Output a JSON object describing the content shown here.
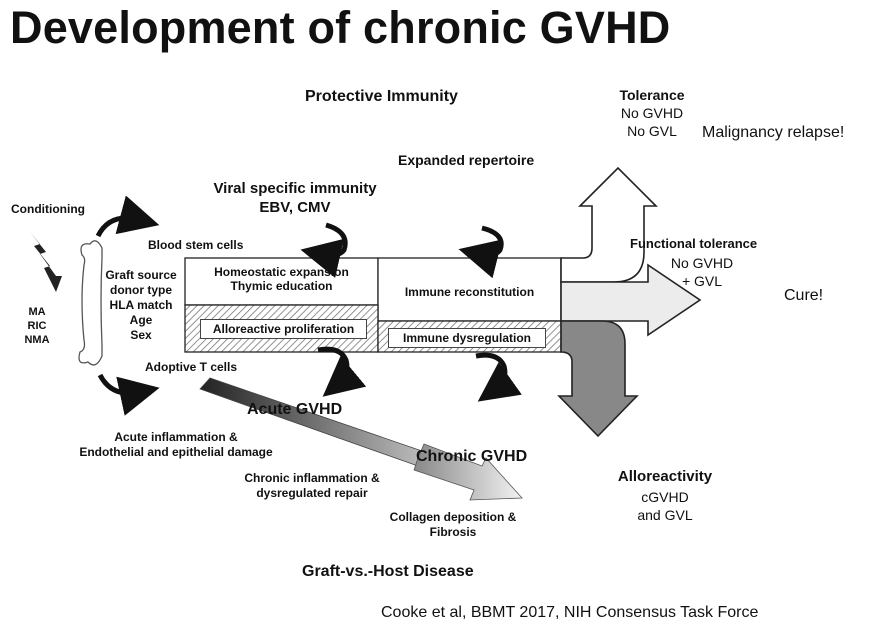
{
  "title": "Development of chronic GVHD",
  "top": {
    "protective_immunity": "Protective Immunity",
    "expanded_repertoire": "Expanded repertoire",
    "viral_line1": "Viral specific immunity",
    "viral_line2": "EBV, CMV"
  },
  "left": {
    "conditioning": "Conditioning",
    "ma": "MA",
    "ric": "RIC",
    "nma": "NMA",
    "blood_stem_cells": "Blood stem cells",
    "graft_lines": [
      "Graft source",
      "donor type",
      "HLA match",
      "Age",
      "Sex"
    ],
    "adoptive_t_cells": "Adoptive T cells"
  },
  "boxes": {
    "homeostatic_line1": "Homeostatic expansion",
    "homeostatic_line2": "Thymic education",
    "immune_reconstitution": "Immune reconstitution",
    "alloreactive_proliferation": "Alloreactive proliferation",
    "immune_dysregulation": "Immune dysregulation"
  },
  "outcomes": {
    "tolerance": "Tolerance",
    "no_gvhd": "No GVHD",
    "no_gvl": "No GVL",
    "malignancy_relapse": "Malignancy relapse!",
    "functional_tolerance": "Functional tolerance",
    "ft_no_gvhd": "No GVHD",
    "ft_gvl": "+ GVL",
    "cure": "Cure!",
    "alloreactivity": "Alloreactivity",
    "cgvhd": "cGVHD",
    "and_gvl": "and GVL"
  },
  "bottom": {
    "acute_gvhd": "Acute GVHD",
    "acute_infl_line1": "Acute inflammation &",
    "acute_infl_line2": "Endothelial and epithelial damage",
    "chronic_gvhd": "Chronic GVHD",
    "chronic_infl_line1": "Chronic inflammation &",
    "chronic_infl_line2": "dysregulated repair",
    "collagen_line1": "Collagen deposition &",
    "collagen_line2": "Fibrosis",
    "gvhd_disease": "Graft-vs.-Host Disease",
    "citation": "Cooke et al, BBMT 2017, NIH Consensus Task Force"
  }
}
